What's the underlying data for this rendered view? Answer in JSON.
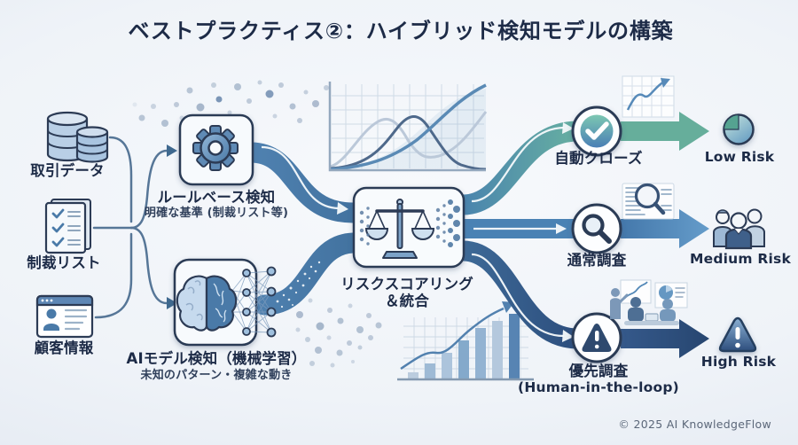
{
  "title": "ベストプラクティス②：ハイブリッド検知モデルの構築",
  "footer": "© 2025 AI KnowledgeFlow",
  "sources": [
    {
      "label": "取引データ",
      "icon": "database-icon"
    },
    {
      "label": "制裁リスト",
      "icon": "checklist-icon"
    },
    {
      "label": "顧客情報",
      "icon": "customer-profile-icon"
    }
  ],
  "detectors": [
    {
      "label": "ルールベース検知",
      "subtitle": "明確な基準 (制裁リスト等)",
      "icon": "gear-icon"
    },
    {
      "label": "AIモデル検知（機械学習）",
      "subtitle": "未知のパターン・複雑な動き",
      "icon": "brain-icon"
    }
  ],
  "scoring": {
    "line1": "リスクスコアリング",
    "line2": "＆統合",
    "icon": "scales-icon"
  },
  "outcomes": [
    {
      "label": "自動クローズ",
      "icon": "check-icon",
      "risk": "Low Risk",
      "risk_icon": "pie-chart-icon",
      "color": "#66ae9b"
    },
    {
      "label": "通常調査",
      "icon": "magnifier-icon",
      "risk": "Medium Risk",
      "risk_icon": "people-icon",
      "color": "#4a82b4"
    },
    {
      "label": "優先調査",
      "sublabel": "(Human-in-the-loop)",
      "icon": "warning-icon",
      "risk": "High Risk",
      "risk_icon": "warning-triangle-icon",
      "color": "#2d4f80"
    }
  ],
  "colors": {
    "ink": "#1d2b47",
    "band": "#4a7ba9",
    "low": "#66ae9b",
    "medium": "#4a82b4",
    "high": "#2d4f80"
  }
}
